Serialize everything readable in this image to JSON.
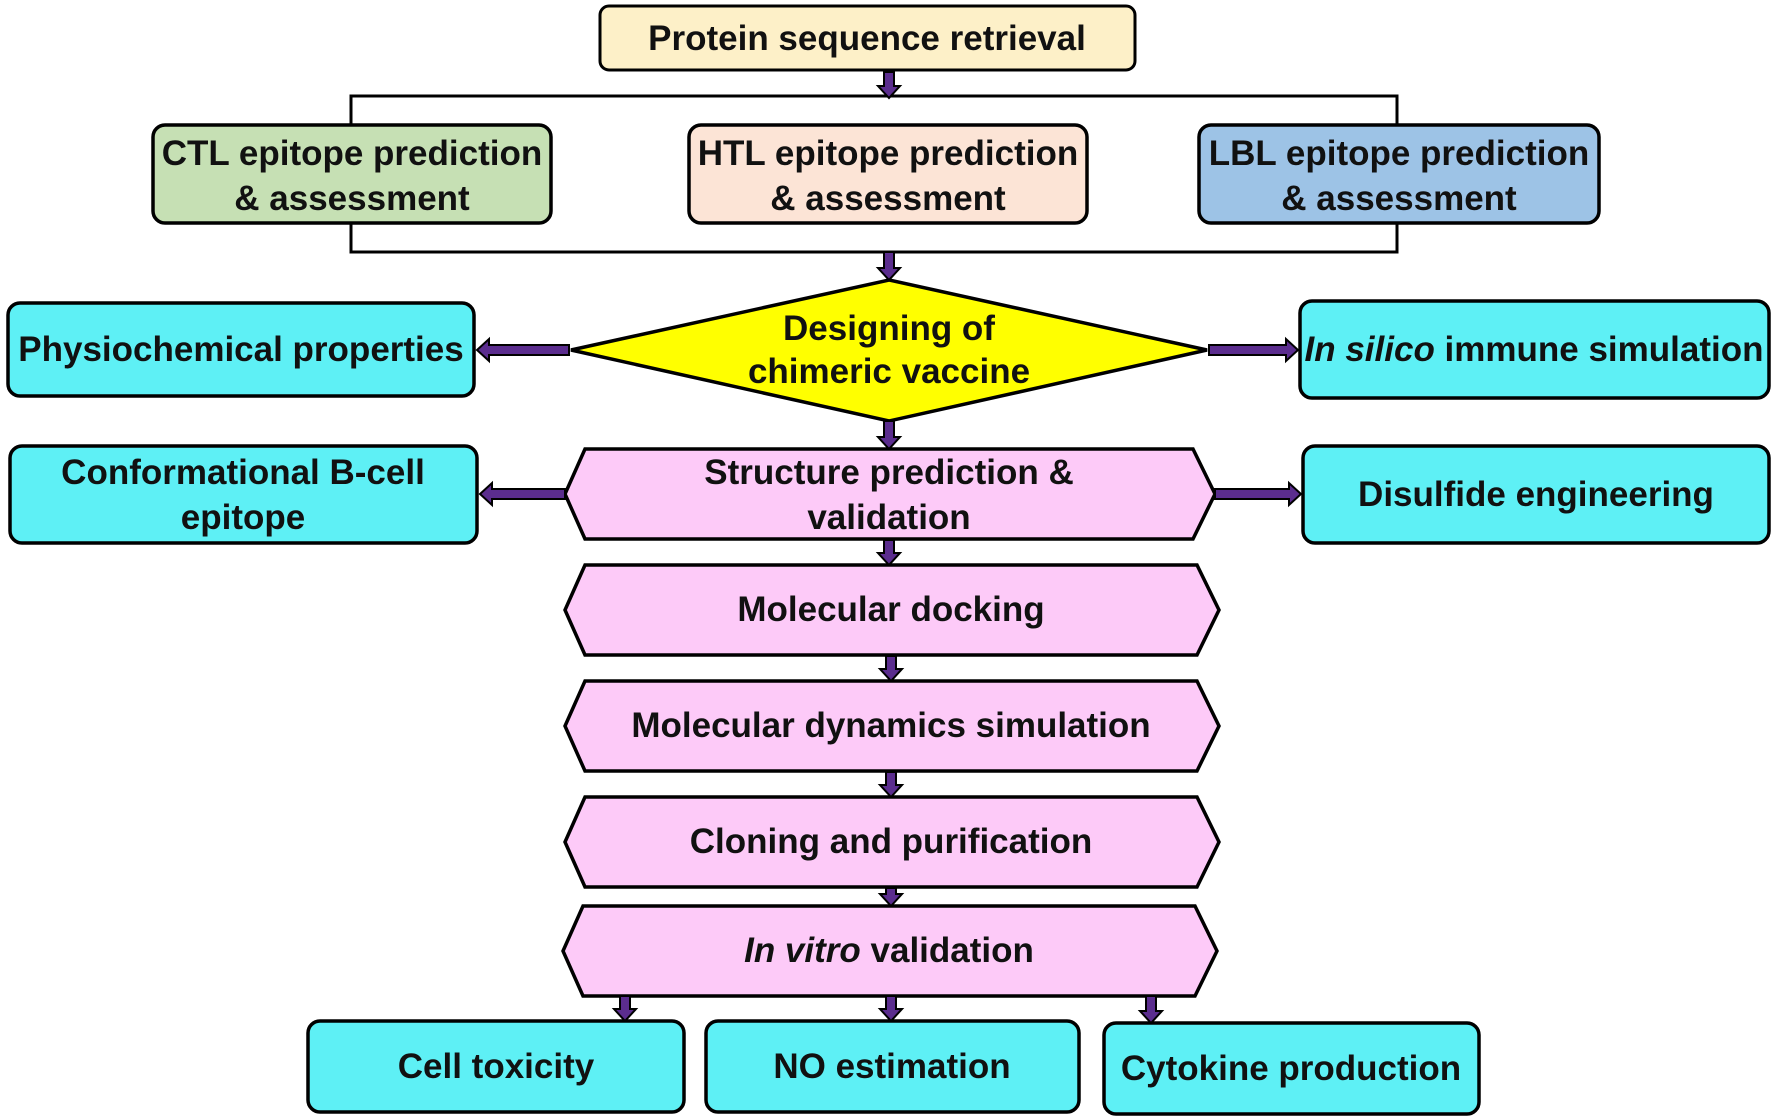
{
  "colors": {
    "outline": "#000000",
    "arrow_fill": "#5b2d8e",
    "retrieval_fill": "#fdf0c8",
    "ctl_fill": "#c6e0b4",
    "htl_fill": "#fce4d6",
    "lbl_fill": "#9dc3e6",
    "diamond_fill": "#ffff00",
    "cyan_fill": "#5ef0f5",
    "pink_fill": "#fdcaf8"
  },
  "nodes": {
    "protein_retrieval": "Protein sequence  retrieval",
    "ctl": {
      "line1": "CTL epitope prediction",
      "line2": "& assessment"
    },
    "htl": {
      "line1": "HTL epitope prediction",
      "line2": "& assessment"
    },
    "lbl": {
      "line1": "LBL epitope prediction",
      "line2": "& assessment"
    },
    "design": {
      "line1": "Designing of",
      "line2": "chimeric vaccine"
    },
    "physiochemical": "Physiochemical properties",
    "immune_sim": {
      "italic": "In silico",
      "rest": " immune simulation"
    },
    "structure": {
      "line1": "Structure prediction &",
      "line2": "validation"
    },
    "conformational": {
      "line1": "Conformational B-cell",
      "line2": "epitope"
    },
    "disulfide": "Disulfide engineering",
    "docking": "Molecular docking",
    "md_sim": "Molecular dynamics simulation",
    "cloning": "Cloning and purification",
    "in_vitro": {
      "italic": "In vitro",
      "rest": " validation"
    },
    "cell_toxicity": "Cell toxicity",
    "no_estimation": "NO estimation",
    "cytokine": "Cytokine production"
  },
  "icons": {
    "arrow": "block-arrow-icon"
  }
}
